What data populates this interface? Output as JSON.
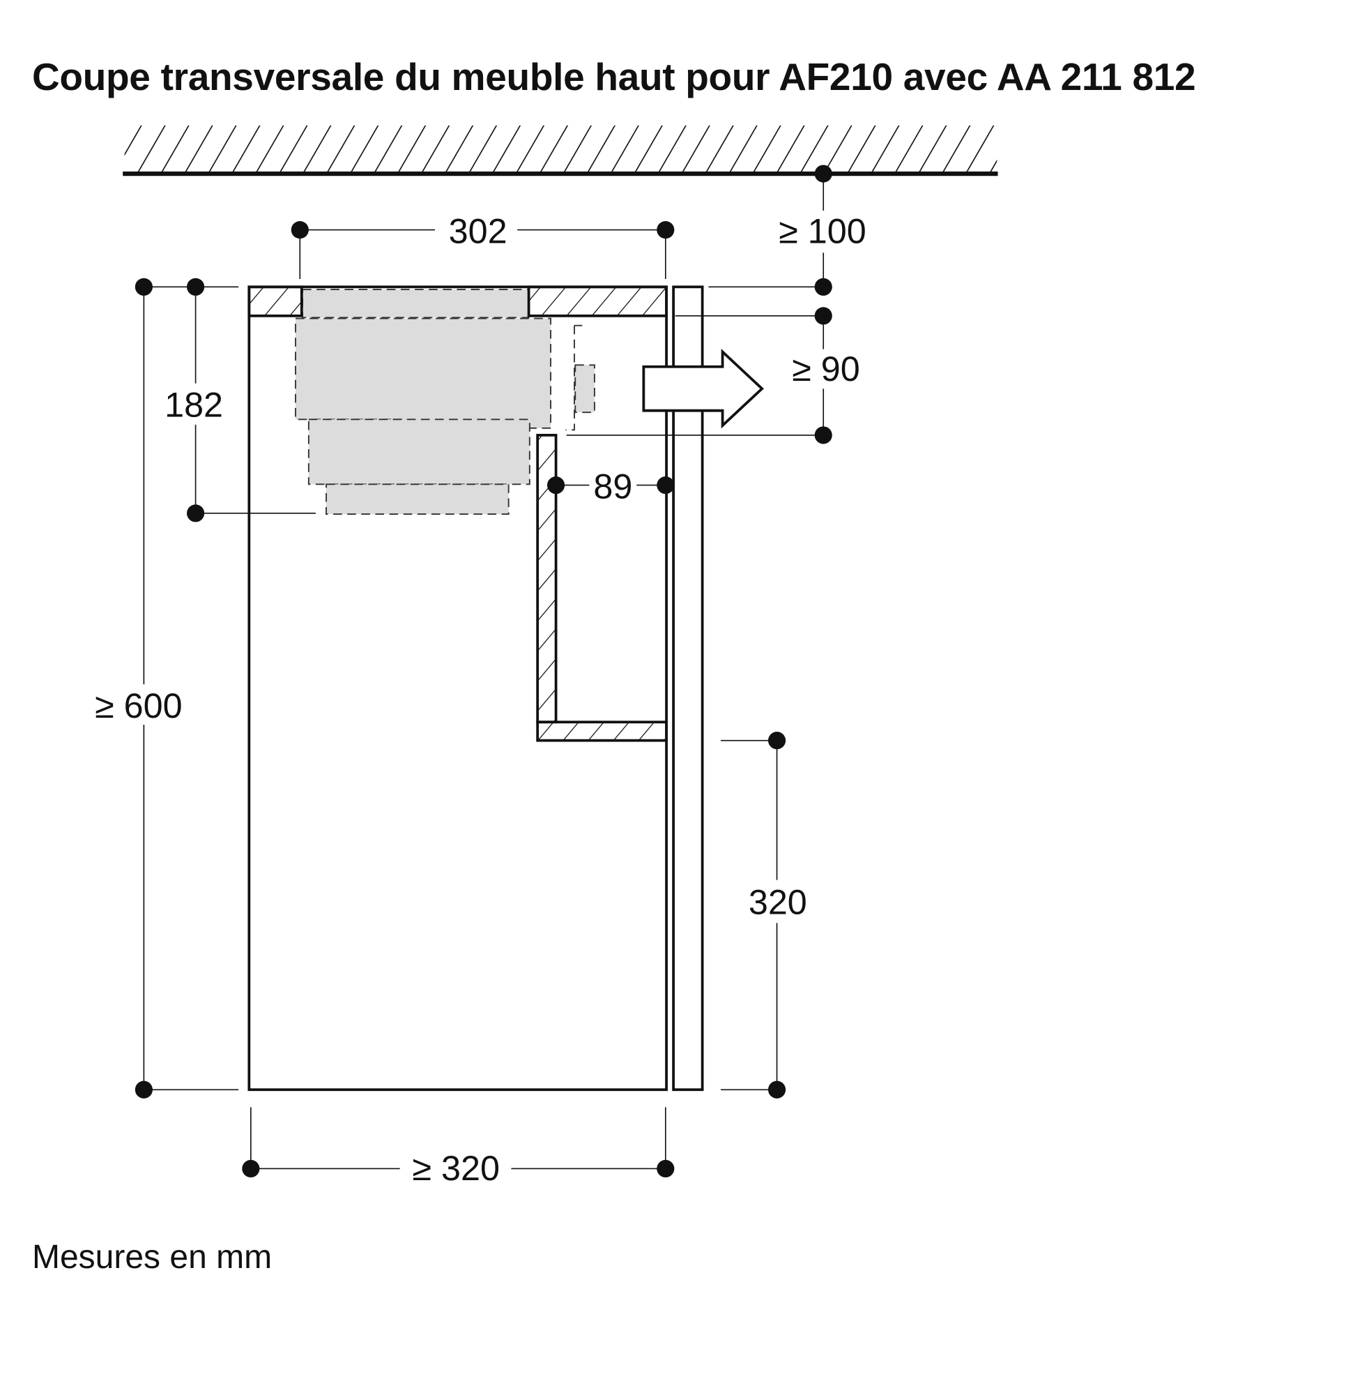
{
  "title": "Coupe transversale du meuble haut pour AF210 avec AA 211 812",
  "footnote": "Mesures en mm",
  "dimensions": {
    "top_width": "302",
    "ceiling_gap": "≥ 100",
    "appliance_height": "182",
    "outlet_gap": "≥ 90",
    "inner_depth": "89",
    "cabinet_height": "≥ 600",
    "door_height": "320",
    "cabinet_depth": "≥ 320"
  },
  "colors": {
    "line": "#111111",
    "appliance_fill": "#dcdcdc"
  }
}
